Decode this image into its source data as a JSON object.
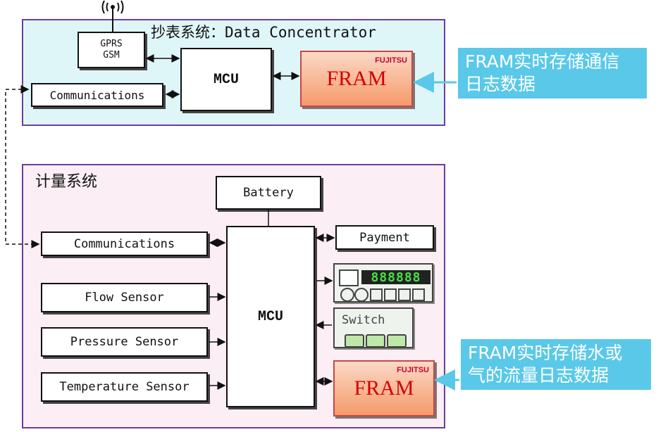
{
  "top_system": {
    "title": "抄表系统：Data Concentrator",
    "gprs_line1": "GPRS",
    "gprs_line2": "GSM",
    "communications": "Communications",
    "mcu": "MCU",
    "fram": "FRAM",
    "fram_brand": "FUJITSU"
  },
  "bottom_system": {
    "title": "计量系统",
    "battery": "Battery",
    "communications": "Communications",
    "flow_sensor": "Flow Sensor",
    "pressure_sensor": "Pressure Sensor",
    "temperature_sensor": "Temperature Sensor",
    "mcu": "MCU",
    "payment": "Payment",
    "display_digits": "888888",
    "switch": "Switch",
    "fram": "FRAM",
    "fram_brand": "FUJITSU"
  },
  "callouts": {
    "top": [
      "FRAM实时存储通信",
      "日志数据"
    ],
    "bottom": [
      "FRAM实时存储水或",
      "气的流量日志数据"
    ]
  },
  "colors": {
    "panel_top_bg": "#dff6f9",
    "panel_bottom_bg": "#fbeef4",
    "panel_border": "#6a3ea0",
    "callout_bg": "#5ac8e8",
    "fram_text": "#d40000",
    "display_digits": "#44e244"
  }
}
